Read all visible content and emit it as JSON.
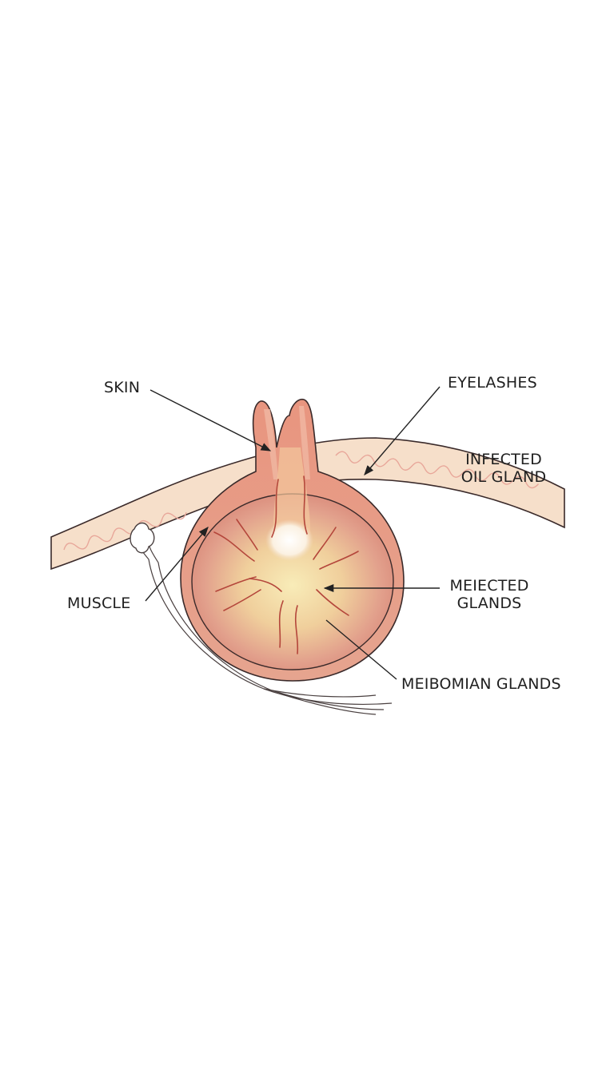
{
  "labels": {
    "skin": "SKIN",
    "eyelashes": "EYELASHES",
    "infected_oil_gland": [
      "INFECTED",
      "OIL GLAND"
    ],
    "muscle": "MUSCLE",
    "meiected_glands": [
      "MEIECTED",
      "GLANDS"
    ],
    "meibomian_glands": "MEIBOMIAN GLANDS"
  },
  "colors": {
    "background": "#ffffff",
    "skin_band": "#f6dfca",
    "skin_outline": "#3a2a2a",
    "wave_line": "#e8a79a",
    "stye_outer": "#e9a08f",
    "stye_inner_edge": "#d7826f",
    "stye_core": "#f6e7b0",
    "vessel": "#b4463b",
    "pus": "#fbf3e6",
    "leader_line": "#222222"
  }
}
